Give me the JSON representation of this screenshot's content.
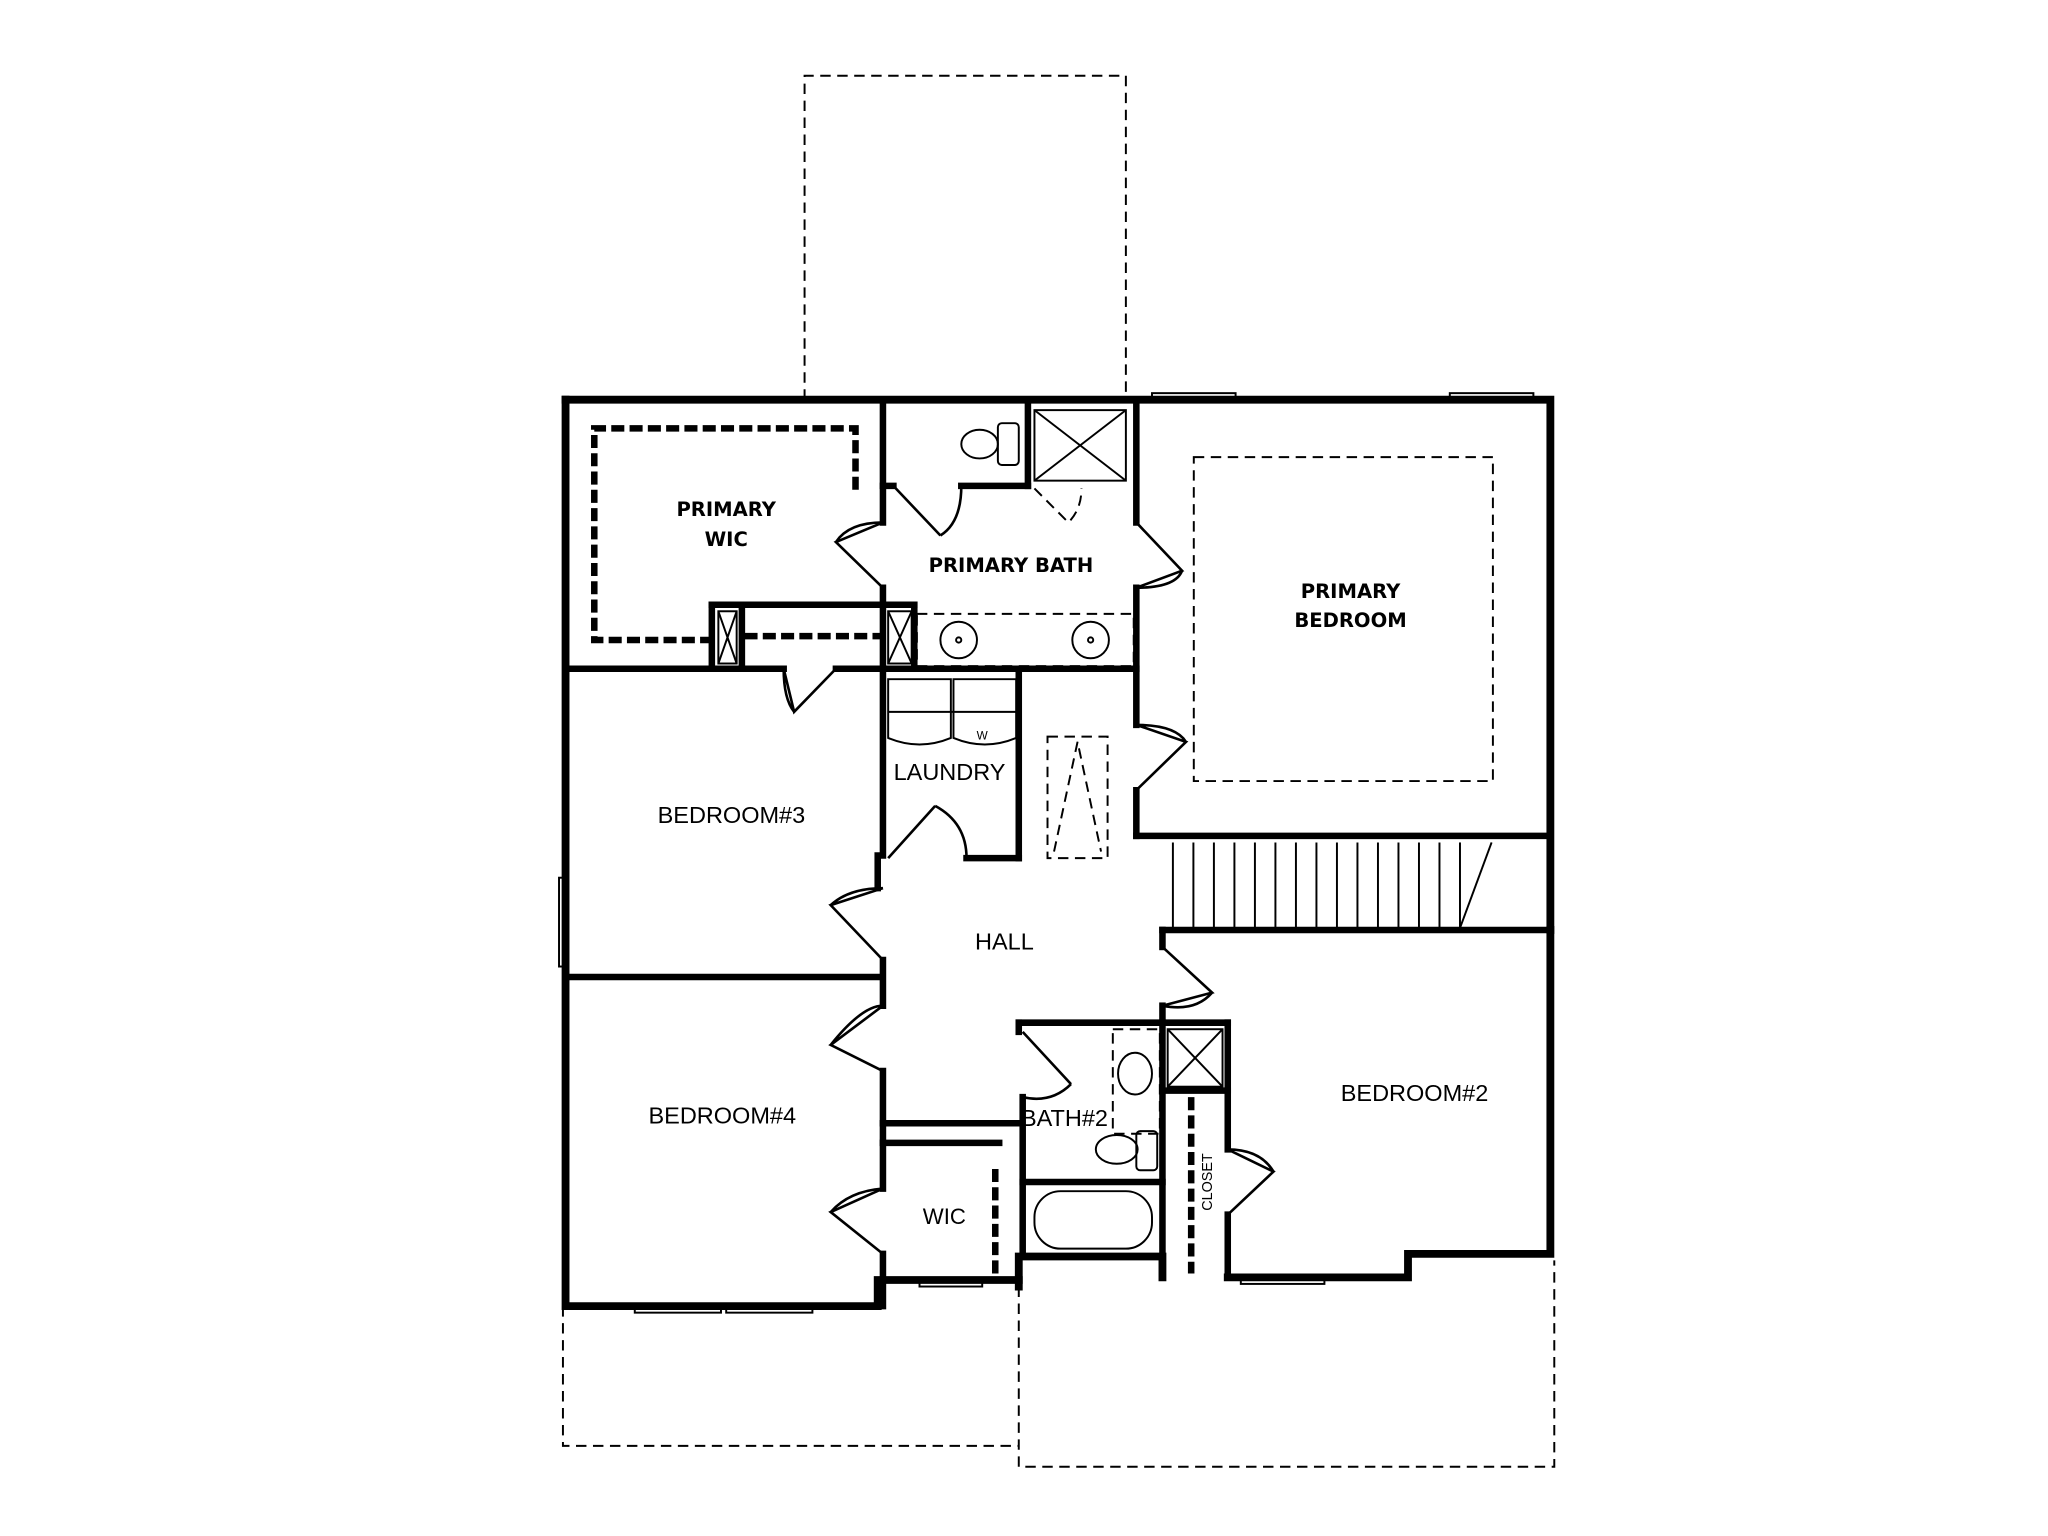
{
  "floorplan": {
    "rooms": {
      "primary_wic": [
        "PRIMARY",
        "WIC"
      ],
      "primary_bath": "PRIMARY BATH",
      "primary_bedroom": [
        "PRIMARY",
        "BEDROOM"
      ],
      "bedroom3": "BEDROOM#3",
      "laundry": "LAUNDRY",
      "hall": "HALL",
      "bedroom4": "BEDROOM#4",
      "wic": "WIC",
      "bath2": "BATH#2",
      "closet": "CLOSET",
      "bedroom2": "BEDROOM#2"
    },
    "washer_mark": "W",
    "line_color": "#000000",
    "background": "#ffffff"
  }
}
